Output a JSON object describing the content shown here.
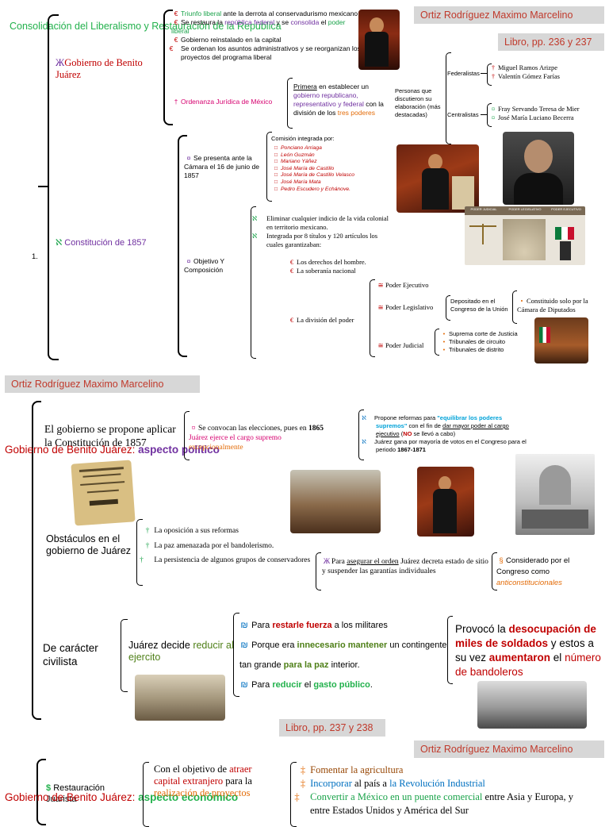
{
  "header": {
    "author": "Ortiz Rodríguez Maximo Marcelino",
    "book1": "Libro, pp. 236 y 237",
    "book2": "Libro, pp. 237 y 238"
  },
  "section1": {
    "title": "Consolidación del Liberalismo y Restauración de la República",
    "number": "1.",
    "benito": {
      "label": "Gobierno de Benito Juárez",
      "items": [
        {
          "pre": "",
          "a": "Triunfo liberal",
          "b": " ante la derrota al conservadurismo mexicano"
        },
        {
          "pre": "Se restaura la ",
          "a": "república federal",
          "b": " y se ",
          "c": "consolida",
          "d": " el ",
          "e": "poder liberal"
        },
        {
          "pre": "Gobierno reinstalado en la capital"
        },
        {
          "pre": "Se ordenan los asuntos administrativos y se reorganizan los proyectos del programa liberal"
        }
      ],
      "ordenanza": "Ordenanza Jurídica de México",
      "primera": "Primera",
      "establecer": " en establecer un ",
      "gob_rep": "gobierno republicano, representativo y federal",
      "con_div": " con la división de los ",
      "tres": "tres poderes",
      "personas": "Personas que discutieron su elaboración (más destacadas)",
      "federalistas": "Federalistas",
      "fed_names": [
        "Miguel Ramos Arizpe",
        "Valentín Gómez Farías"
      ],
      "centralistas": "Centralistas",
      "cen_names": [
        "Fray Servando Teresa de Mier",
        "José María Luciano Becerra"
      ]
    },
    "constitucion": {
      "label": "Constitución de 1857",
      "presenta": "Se presenta ante la Cámara el 16 de junio de 1857",
      "comision": "Comisión integrada por:",
      "members": [
        "Ponciano Arriaga",
        "León Guzmán",
        "Mariano Yáñez",
        "José María de Castillo",
        "José María de Castillo Velasco",
        "José María Mata",
        "Pedro Escudero y Echánove."
      ],
      "objetivo": "Objetivo Y Composición",
      "obj_items": [
        "Eliminar cualquier indicio de la vida colonial en territorio mexicano.",
        "Integrada por 8 títulos y 120 artículos los cuales garantizaban:"
      ],
      "garantias": [
        "Los derechos del hombre.",
        "La soberanía nacional"
      ],
      "division": "La división del poder",
      "poderes": [
        "Poder Ejecutivo",
        "Poder Legislativo",
        "Poder Judicial"
      ],
      "depositado": "Depositado en el Congreso de la Unión",
      "constituido": "Constituido solo por la Cámara de Diputados",
      "judicial": [
        "Suprema corte de Justicia",
        "Tribunales de circuito",
        "Tribunales de distrito"
      ],
      "poder_labels": [
        "PODER JUDICIAL",
        "PODER LEGISLATIVO",
        "PODER EJECUTIVO"
      ]
    }
  },
  "section2": {
    "overlay": "Gobierno de Benito Juárez: aspecto político",
    "propone": "El gobierno se propone aplicar la Constitución de 1857",
    "convocan": "Se convocan las elecciones, pues en ",
    "year": "1865",
    "juarez_ejerce": "Juárez ejerce el cargo supremo",
    "excepcional": "excepcionalmente",
    "reformas_a": "Propone reformas para ",
    "reformas_b": "\"equilibrar los poderes supremos\"",
    "reformas_c": " con el fin de ",
    "reformas_d": "dar mayor poder al cargo ejecutivo",
    "reformas_e": " (",
    "no": "NO",
    "reformas_f": " se llevó a cabo)",
    "gana": "Juárez gana por mayoría de votos en el Congreso para el periodo ",
    "periodo": "1867-1871",
    "obstaculos": "Obstáculos en el gobierno de Juárez",
    "obs_items": [
      "La oposición a sus reformas",
      "La paz amenazada por el bandolerismo.",
      "La persistencia de algunos grupos de conservadores"
    ],
    "para": "Para ",
    "asegurar": "asegurar el orden",
    "decreta": " Juárez decreta estado de sitio y suspender las garantías individuales",
    "considerado": "Considerado por el Congreso como ",
    "anticonst": "anticonstitucionales",
    "civilista": "De carácter civilista",
    "decide": "Juárez decide ",
    "reducir_ej": "reducir al ejercito",
    "razones": [
      {
        "a": "Para ",
        "b": "restarle fuerza",
        "c": " a los militares"
      },
      {
        "a": "Porque era ",
        "b": "innecesario mantener",
        "c": " un contingente tan grande ",
        "d": "para la paz",
        "e": " interior."
      },
      {
        "a": "Para ",
        "b": "reducir",
        "c": " el ",
        "d": "gasto público",
        "e": "."
      }
    ],
    "provoco_a": "Provocó la ",
    "desocupacion": "desocupación de miles de soldados",
    "provoco_b": " y estos a su vez ",
    "aumentaron": "aumentaron",
    "provoco_c": " el ",
    "bandoleros": "número de bandoleros"
  },
  "section3": {
    "overlay": "Gobierno de Benito Juárez: aspecto económico",
    "restauracion": "Restauración Juarista",
    "objetivo_a": "Con el objetivo de ",
    "atraer": "atraer capital extranjero",
    "objetivo_b": " para la ",
    "realizacion": "realización de proyectos",
    "list": [
      {
        "a": "Fomentar la agricultura",
        "b": ""
      },
      {
        "a": "Incorporar",
        "b": " al país a ",
        "c": "la Revolución Industrial"
      },
      {
        "a": "Convertir a México en un puente comercial",
        "b": " entre Asia y Europa, y entre Estados Unidos y América del Sur"
      }
    ]
  }
}
